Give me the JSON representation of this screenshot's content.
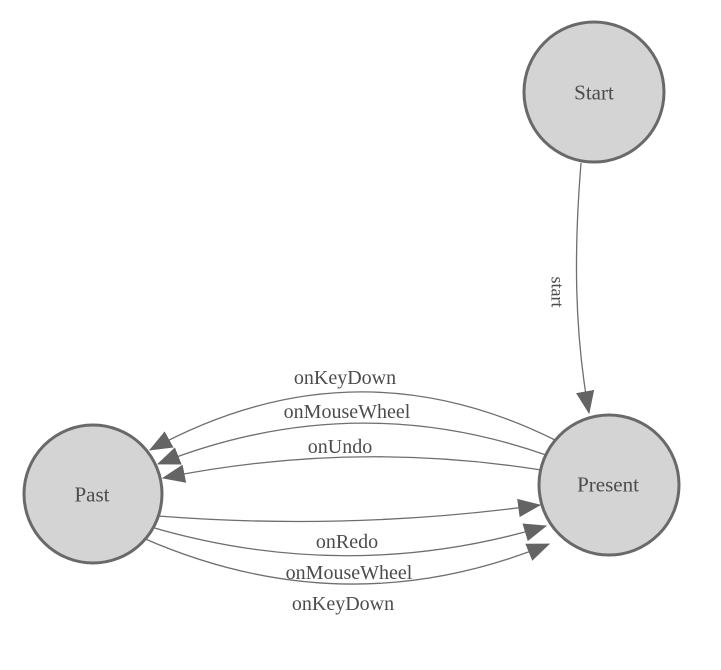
{
  "diagram": {
    "kind": "finite-state-machine",
    "background_color": "#ffffff",
    "colors": {
      "node_fill": "#d4d4d4",
      "node_stroke": "#696969",
      "edge_stroke": "#6e6e6e",
      "arrowhead_fill": "#646464",
      "label_text": "#4c4c4c"
    },
    "nodes": [
      {
        "id": "start",
        "label": "Start"
      },
      {
        "id": "present",
        "label": "Present"
      },
      {
        "id": "past",
        "label": "Past"
      }
    ],
    "edges": [
      {
        "from": "start",
        "to": "present",
        "label": "start"
      },
      {
        "from": "present",
        "to": "past",
        "label": "onKeyDown"
      },
      {
        "from": "present",
        "to": "past",
        "label": "onMouseWheel"
      },
      {
        "from": "present",
        "to": "past",
        "label": "onUndo"
      },
      {
        "from": "past",
        "to": "present",
        "label": "onRedo"
      },
      {
        "from": "past",
        "to": "present",
        "label": "onMouseWheel"
      },
      {
        "from": "past",
        "to": "present",
        "label": "onKeyDown"
      }
    ]
  }
}
